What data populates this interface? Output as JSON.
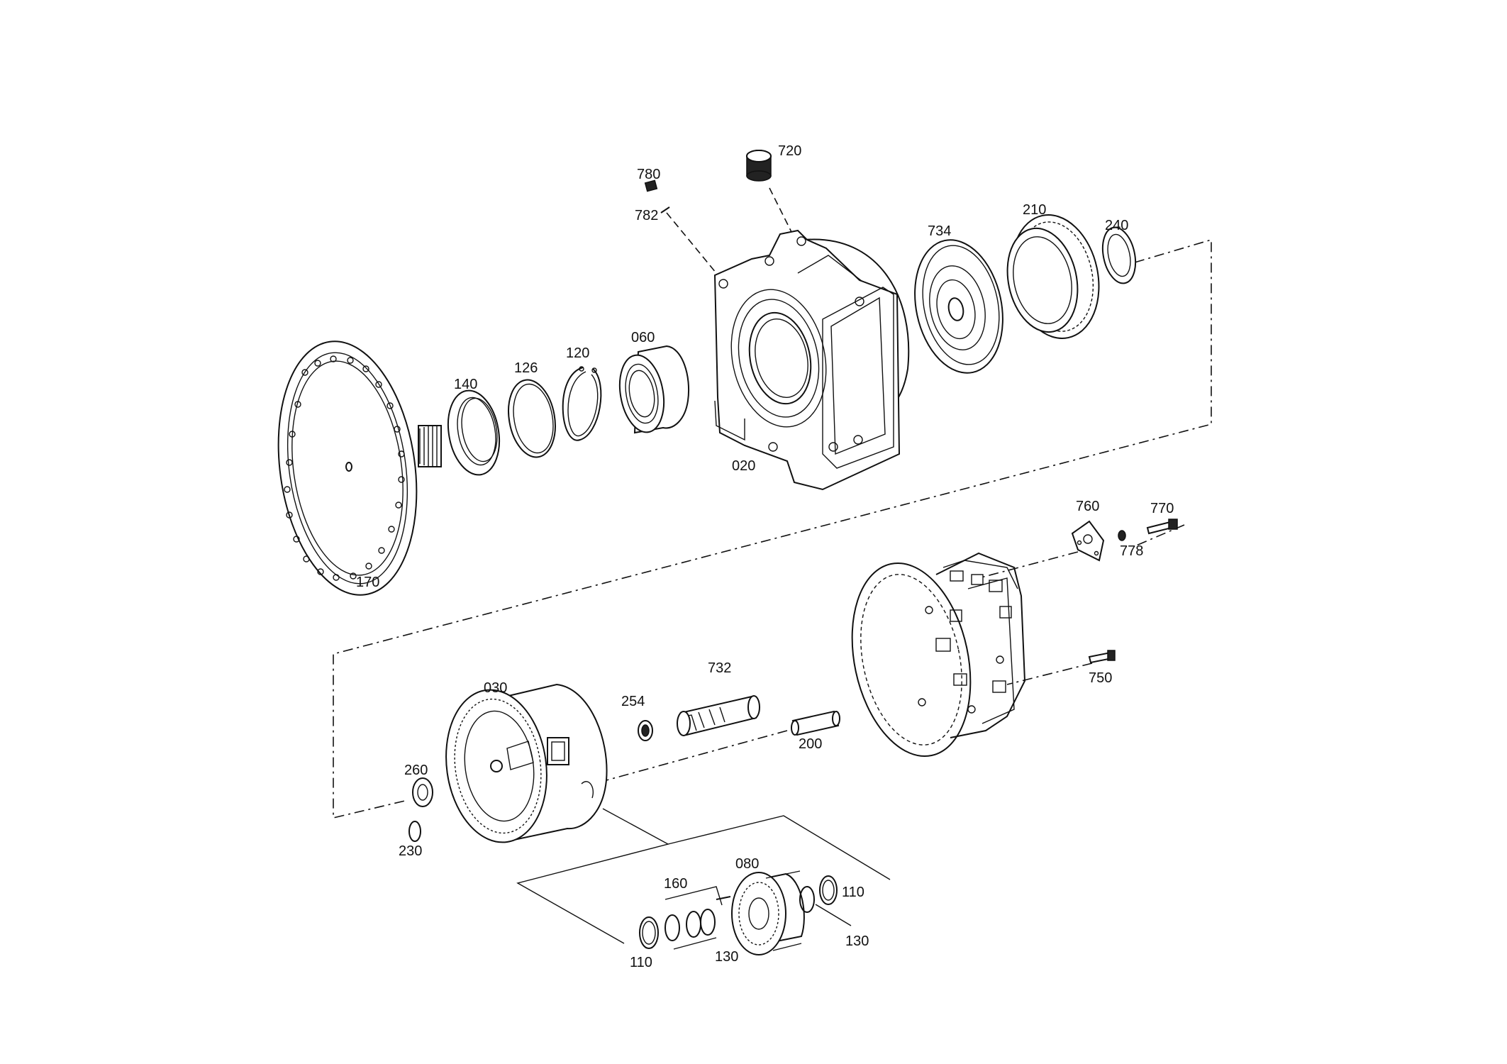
{
  "labels": {
    "p780": "780",
    "p782": "782",
    "p720": "720",
    "p734": "734",
    "p210": "210",
    "p240": "240",
    "p140": "140",
    "p126": "126",
    "p120": "120",
    "p060": "060",
    "p020": "020",
    "p170": "170",
    "p760": "760",
    "p770": "770",
    "p778": "778",
    "p750": "750",
    "p732": "732",
    "p030": "030",
    "p254": "254",
    "p200": "200",
    "p260": "260",
    "p230": "230",
    "p160": "160",
    "p080": "080",
    "p110a": "110",
    "p110b": "110",
    "p130a": "130",
    "p130b": "130"
  }
}
